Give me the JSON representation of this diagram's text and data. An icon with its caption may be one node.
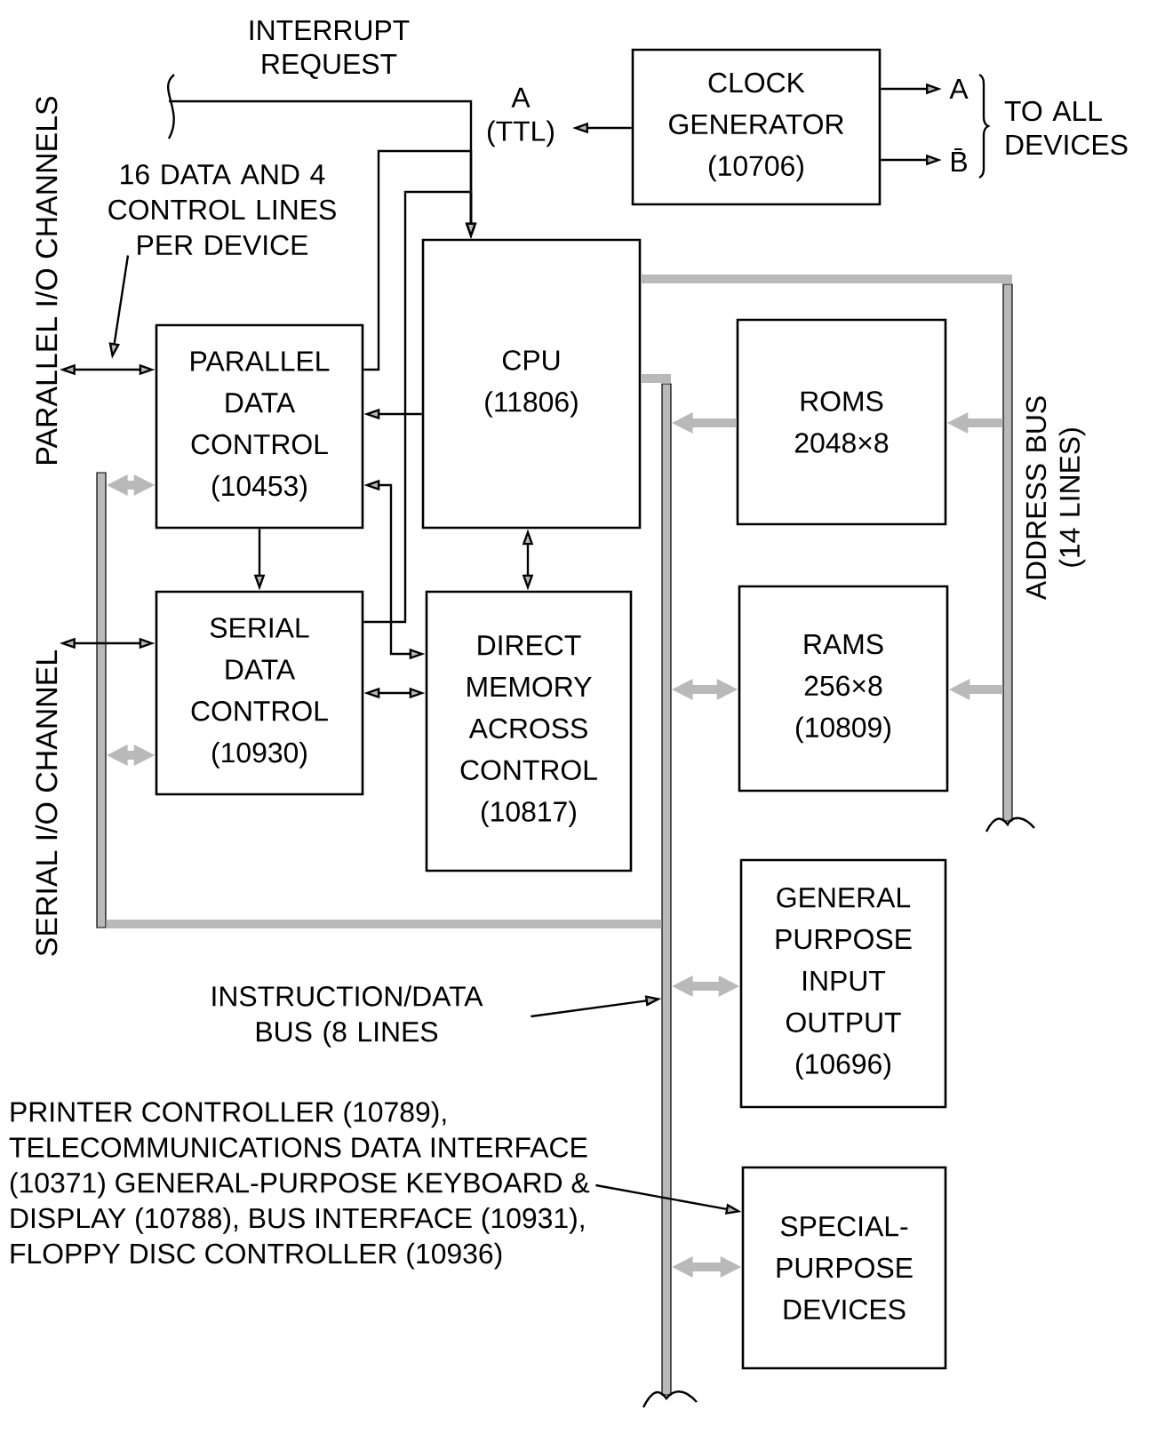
{
  "diagram": {
    "nodes": [
      {
        "text": [
          "CLOCK GENERATOR (10706)"
        ]
      },
      {
        "text": [
          "PARALLEL DATA CONTROL (10453)"
        ]
      },
      {
        "text": [
          "CPU (11806)"
        ]
      },
      {
        "text": [
          "ROMS 2048×8"
        ]
      },
      {
        "text": [
          "SERIAL DATA CONTROL (10930)"
        ]
      },
      {
        "text": [
          "DIRECT MEMORY ACROSS CONTROL (10817)"
        ]
      },
      {
        "text": [
          "RAMS 256×8 (10809)"
        ]
      },
      {
        "text": [
          "GENERAL PURPOSE INPUT OUTPUT (10696)"
        ]
      },
      {
        "text": [
          "SPECIAL-PURPOSE DEVICES"
        ]
      },
      {
        "text": [],
        "shape": "bar"
      },
      {
        "text": [],
        "shape": "bar",
        "beside": [
          "ADDRESS BUS (14 LINES)"
        ]
      },
      {
        "text": [
          "16 DATA AND 4 CONTROL LINES PER DEVICE"
        ]
      },
      {
        "text": [
          "INSTRUCTION/DATA BUS (8 LINES"
        ]
      },
      {
        "text": [
          "PRINTER CONTROLLER (10789), TELECOMMUNICATIONS DATA INTERFACE (10371) GENERAL-PURPOSE KEYBOARD & DISPLAY (10788), BUS INTERFACE (10931), FLOPPY DISC CONTROLLER (10936)"
        ]
      },
      {
        "text": [
          "PARALLEL I/O CHANNELS"
        ]
      },
      {
        "text": [
          "SERIAL I/O CHANNEL"
        ]
      },
      {
        "text": [],
        "shape": "bar"
      }
    ],
    "edges": [
      {
        "from": null,
        "to": 2,
        "arrow": "to",
        "label": "INTERRUPT REQUEST"
      },
      {
        "from": 0,
        "to": null,
        "arrow": "to",
        "label": "A (TTL)"
      },
      {
        "from": 0,
        "to": null,
        "arrow": "to",
        "label": "A"
      },
      {
        "from": 0,
        "to": null,
        "arrow": "to",
        "label": "B̄"
      },
      {
        "from": 1,
        "to": 2,
        "arrow": "to"
      },
      {
        "from": 4,
        "to": 2,
        "arrow": "to"
      },
      {
        "from": 2,
        "to": 1,
        "arrow": "to"
      },
      {
        "from": 1,
        "to": 5,
        "arrow": "both"
      },
      {
        "from": 1,
        "to": 4,
        "arrow": "to"
      },
      {
        "from": 2,
        "to": 5,
        "arrow": "both"
      },
      {
        "from": 4,
        "to": 5,
        "arrow": "both"
      },
      {
        "from": 14,
        "to": 1,
        "arrow": "both"
      },
      {
        "from": 11,
        "to": null,
        "arrow": "to"
      },
      {
        "from": 15,
        "to": 4,
        "arrow": "both"
      },
      {
        "from": 16,
        "to": 1,
        "arrow": "both",
        "style": "thick",
        "color": "#b9b9b9"
      },
      {
        "from": 16,
        "to": 4,
        "arrow": "both",
        "style": "thick",
        "color": "#b9b9b9"
      },
      {
        "from": 2,
        "to": 9,
        "arrow": "none",
        "style": "thick",
        "color": "#b9b9b9"
      },
      {
        "from": 2,
        "to": 10,
        "arrow": "none",
        "style": "thick",
        "color": "#b9b9b9"
      },
      {
        "from": 3,
        "to": 9,
        "arrow": "to",
        "style": "thick",
        "color": "#b9b9b9"
      },
      {
        "from": 10,
        "to": 3,
        "arrow": "to",
        "style": "thick",
        "color": "#b9b9b9"
      },
      {
        "from": 9,
        "to": 6,
        "arrow": "both",
        "style": "thick",
        "color": "#b9b9b9"
      },
      {
        "from": 10,
        "to": 6,
        "arrow": "to",
        "style": "thick",
        "color": "#b9b9b9"
      },
      {
        "from": 9,
        "to": 7,
        "arrow": "both",
        "style": "thick",
        "color": "#b9b9b9"
      },
      {
        "from": 9,
        "to": 8,
        "arrow": "both",
        "style": "thick",
        "color": "#b9b9b9"
      },
      {
        "from": 12,
        "to": 9,
        "arrow": "to"
      },
      {
        "from": 13,
        "to": 8,
        "arrow": "to"
      },
      {
        "from": 16,
        "to": 9,
        "arrow": "none",
        "style": "thick",
        "color": "#b9b9b9"
      }
    ],
    "labels": [
      "TO ALL DEVICES"
    ]
  }
}
